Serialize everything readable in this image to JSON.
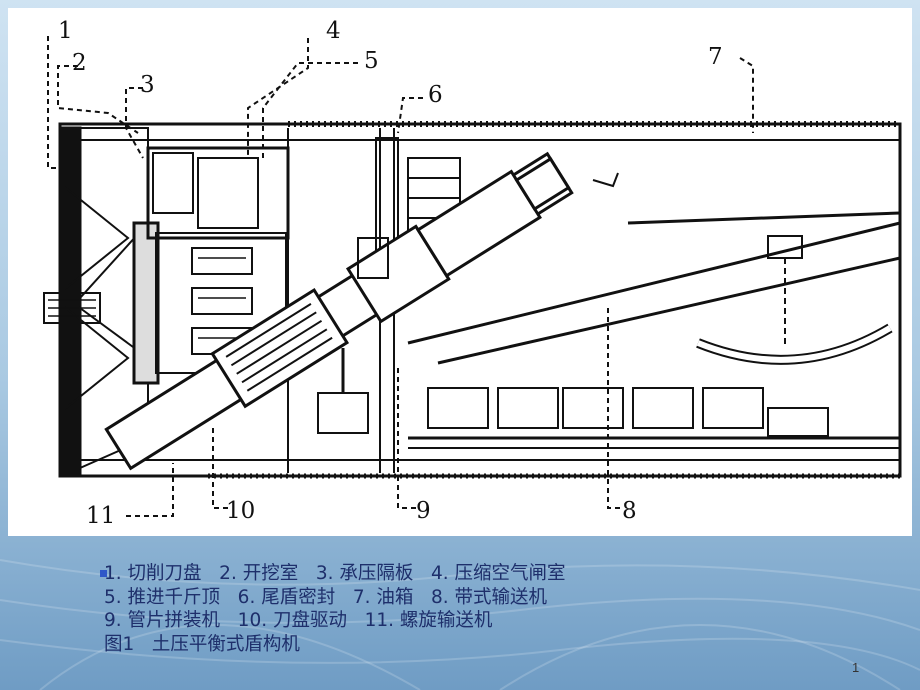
{
  "figure": {
    "callouts": [
      "1",
      "2",
      "3",
      "4",
      "5",
      "6",
      "7",
      "8",
      "9",
      "10",
      "11"
    ]
  },
  "caption": {
    "line1": "1. 切削刀盘   2. 开挖室   3. 承压隔板   4. 压缩空气闸室",
    "line2": "5. 推进千斤顶   6. 尾盾密封   7. 油箱   8. 带式输送机",
    "line3": "9. 管片拼装机   10. 刀盘驱动   11. 螺旋输送机",
    "title": "图1   土压平衡式盾构机"
  },
  "page_number": "1",
  "colors": {
    "caption_text": "#1e2f6b",
    "bullet": "#2f57c8"
  }
}
